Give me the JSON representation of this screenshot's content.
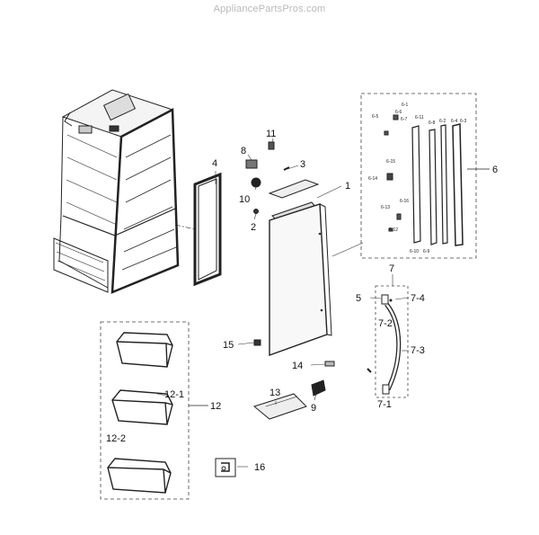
{
  "watermark": "AppliancePartsPros.com",
  "callouts": {
    "c1": "1",
    "c2": "2",
    "c3": "3",
    "c4": "4",
    "c5": "5",
    "c6": "6",
    "c7": "7",
    "c7_1": "7-1",
    "c7_2": "7-2",
    "c7_3": "7-3",
    "c7_4": "7-4",
    "c8": "8",
    "c9": "9",
    "c10": "10",
    "c11": "11",
    "c12": "12",
    "c12_1": "12-1",
    "c12_2": "12-2",
    "c13": "13",
    "c14": "14",
    "c15": "15",
    "c16": "16"
  },
  "subcallouts": {
    "s6_1": "6-1",
    "s6_2": "6-2",
    "s6_3": "6-3",
    "s6_4": "6-4",
    "s6_5": "6-5",
    "s6_6": "6-6",
    "s6_7": "6-7",
    "s6_8": "6-8",
    "s6_9": "6-9",
    "s6_10": "6-10",
    "s6_11": "6-11",
    "s6_12": "6-12",
    "s6_13": "6-13",
    "s6_14": "6-14",
    "s6_15": "6-15",
    "s6_16": "6-16"
  }
}
